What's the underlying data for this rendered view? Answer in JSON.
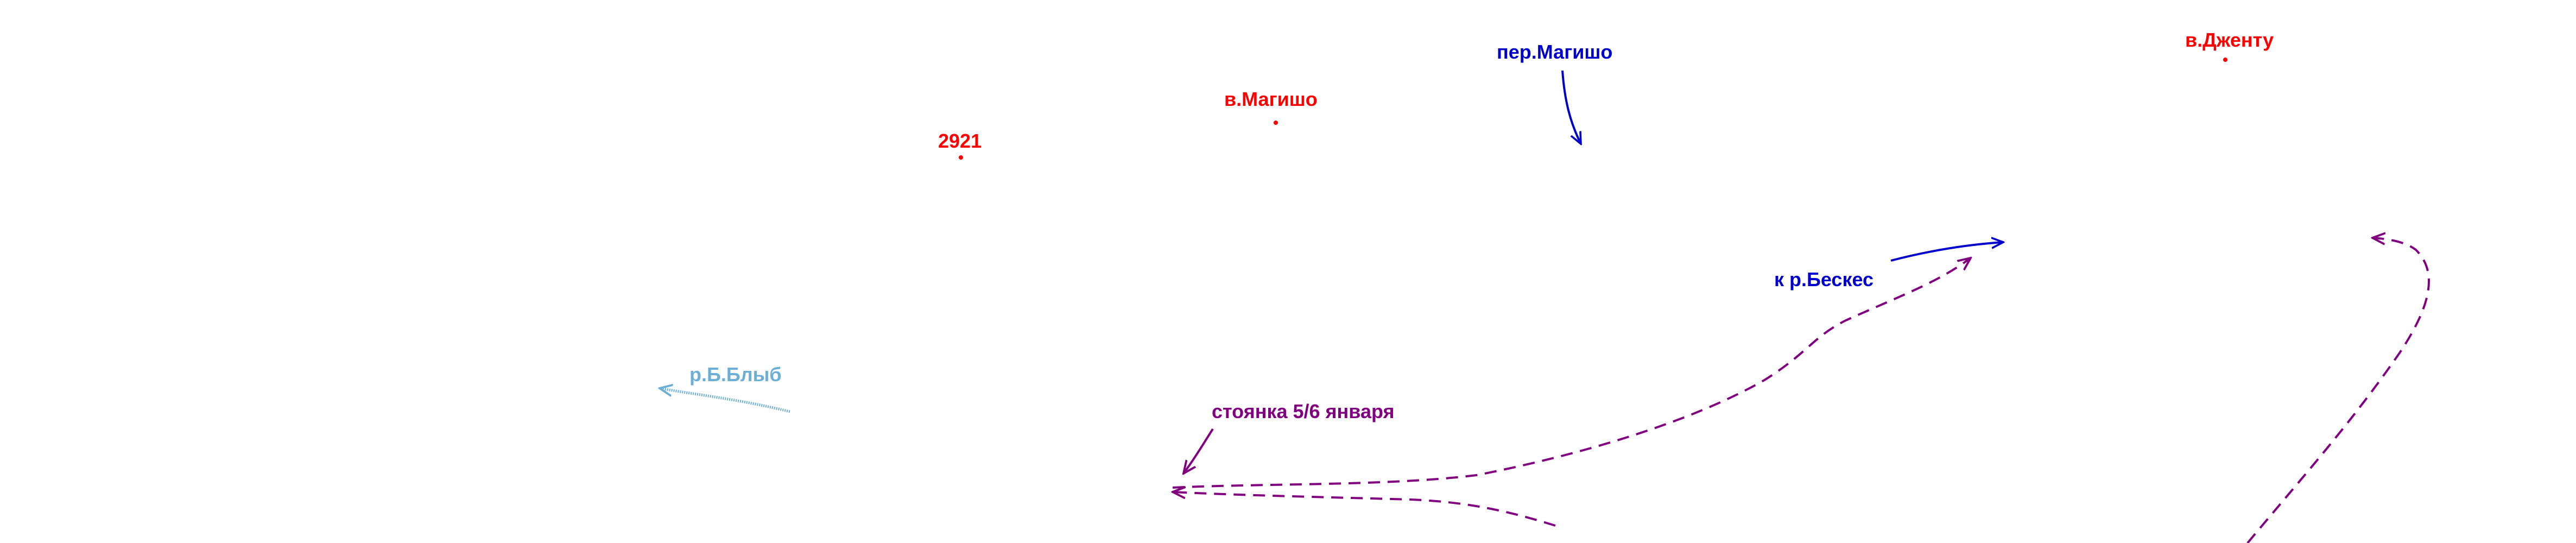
{
  "peaks": [
    {
      "id": "elev-2921",
      "label": "2921"
    },
    {
      "id": "magisho-peak",
      "label": "в.Магишо"
    },
    {
      "id": "dzhentu-peak",
      "label": "в.Дженту"
    }
  ],
  "route_labels": {
    "pass_magisho": "пер.Магишо",
    "to_beskes": "к р.Бескес",
    "camp": "стоянка 5/6 января",
    "river": "р.Б.Блыб"
  },
  "colors": {
    "peak": "#ff0000",
    "route_note": "#0000cc",
    "track": "#800080",
    "river": "#6baed6"
  }
}
